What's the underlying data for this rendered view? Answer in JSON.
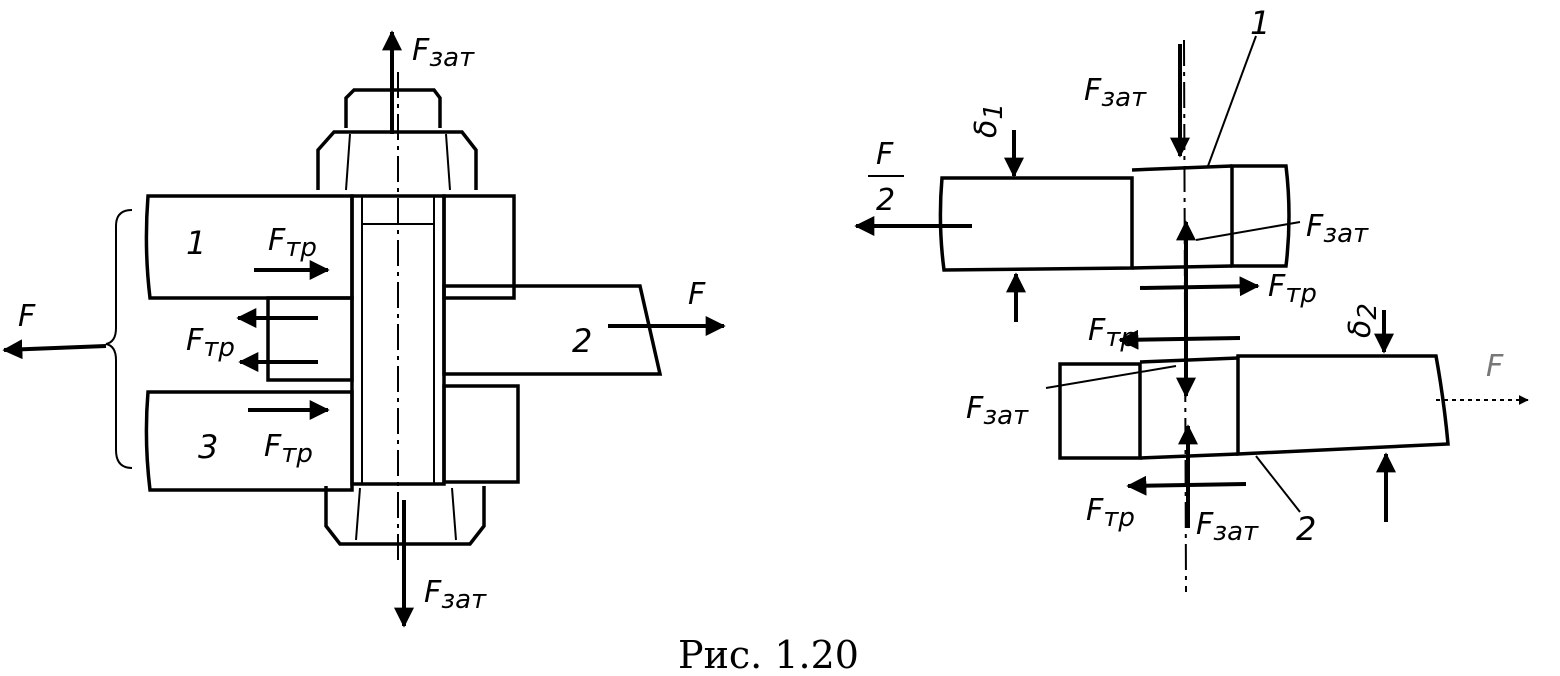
{
  "figure": {
    "caption": "Рис. 1.20",
    "left": {
      "f_zat_top": "F",
      "f_zat_top_sub": "зат",
      "f_zat_bottom": "F",
      "f_zat_bottom_sub": "зат",
      "f_left": "F",
      "f_right": "F",
      "f_tr_1": "F",
      "f_tr_1_sub": "тр",
      "f_tr_2": "F",
      "f_tr_2_sub": "тр",
      "f_tr_3": "F",
      "f_tr_3_sub": "тр",
      "part_1": "1",
      "part_2": "2",
      "part_3": "3"
    },
    "right": {
      "f_zat_top": "F",
      "f_zat_top_sub": "зат",
      "f_zat_mid": "F",
      "f_zat_mid_sub": "зат",
      "f_zat_low": "F",
      "f_zat_low_sub": "зат",
      "f_zat_bottom": "F",
      "f_zat_bottom_sub": "зат",
      "f_half_num": "F",
      "f_half_den": "2",
      "f_right": "F",
      "f_tr_1": "F",
      "f_tr_1_sub": "тр",
      "f_tr_2": "F",
      "f_tr_2_sub": "тр",
      "f_tr_3": "F",
      "f_tr_3_sub": "тр",
      "delta_1": "δ",
      "delta_1_sub": "1",
      "delta_2": "δ",
      "delta_2_sub": "2",
      "part_1": "1",
      "part_2": "2"
    }
  }
}
